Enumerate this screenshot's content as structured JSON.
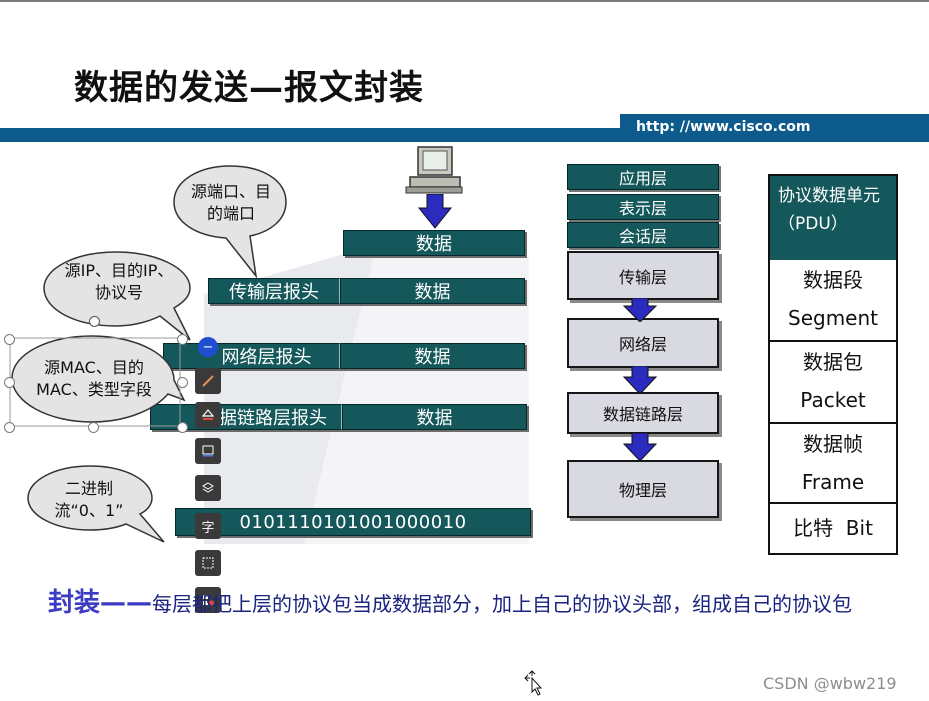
{
  "title": "数据的发送—报文封装",
  "url": "http: //www.cisco.com",
  "bubbles": {
    "port": "源端口、目的端口",
    "ip": "源IP、目的IP、协议号",
    "mac": "源MAC、目的MAC、类型字段",
    "binary": "二进制流“0、1”"
  },
  "bars": {
    "data": "数据",
    "transport_header": "传输层报头",
    "network_header": "网络层报头",
    "datalink_header": "据链路层报头",
    "bits": "0101110101001000010"
  },
  "osi_layers": {
    "application": "应用层",
    "presentation": "表示层",
    "session": "会话层",
    "transport": "传输层",
    "network": "网络层",
    "datalink": "数据链路层",
    "physical": "物理层"
  },
  "pdu": {
    "header": "协议数据单元（PDU）",
    "segment_cn": "数据段",
    "segment_en": "Segment",
    "packet_cn": "数据包",
    "packet_en": "Packet",
    "frame_cn": "数据帧",
    "frame_en": "Frame",
    "bit": "比特  Bit"
  },
  "toolbar": {
    "text_icon": "字"
  },
  "summary": {
    "key": "封装——",
    "text": "每层都把上层的协议包当成数据部分，加上自己的协议头部，组成自己的协议包"
  },
  "watermark": "CSDN @wbw219",
  "colors": {
    "bar": "#14585b",
    "band": "#0d5b8c",
    "arrow": "#2b2bbf",
    "summary_key": "#3b3bc4"
  }
}
